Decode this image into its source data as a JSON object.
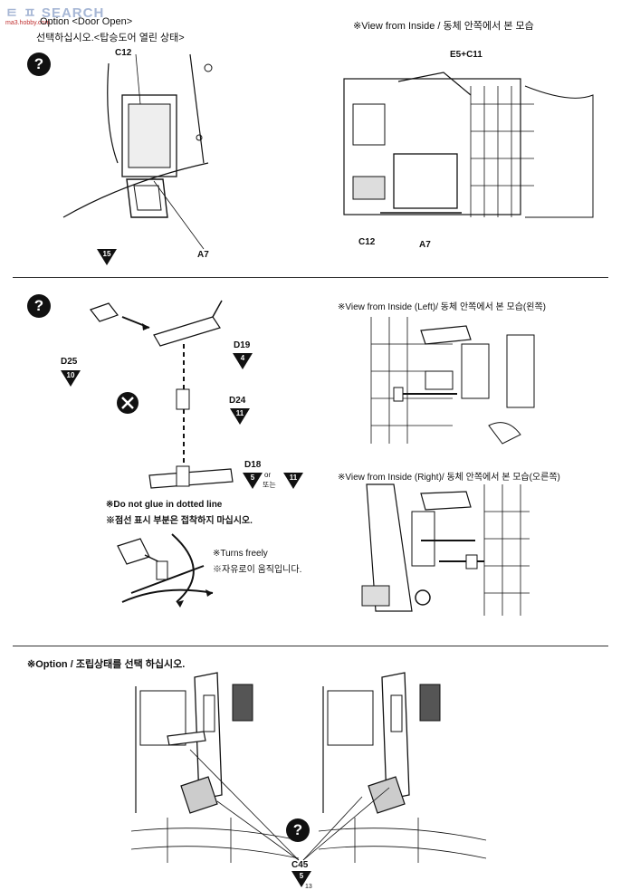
{
  "watermark": {
    "brand": "ㅌ ㅍ SEARCH",
    "site": "ma3.hobby.com"
  },
  "section1": {
    "title_en": "Option <Door Open>",
    "title_ko": "선택하십시오.<탑승도어 열린 상태>",
    "badge": "?",
    "part_c12": "C12",
    "part_a7": "A7",
    "step_ref": "15",
    "inside_caption": "※View from Inside / 동체 안쪽에서 본 모습",
    "inside_e5c11": "E5+C11",
    "inside_c12": "C12",
    "inside_a7": "A7"
  },
  "section2": {
    "badge": "?",
    "d25": "D25",
    "d25_ref": "10",
    "d19": "D19",
    "d19_ref": "4",
    "d24": "D24",
    "d24_ref": "11",
    "d18": "D18",
    "d18_ref_a": "5",
    "d18_or": "or",
    "d18_or_ko": "또는",
    "d18_ref_b": "11",
    "note_en": "※Do not glue in dotted line",
    "note_ko": "※점선 표시 부분은 접착하지 마십시오.",
    "turns_en": "※Turns freely",
    "turns_ko": "※자유로이 움직입니다.",
    "inside_left": "※View from Inside (Left)/ 동체 안쪽에서 본 모습(왼쪽)",
    "inside_right": "※View from Inside (Right)/ 동체 안쪽에서 본 모습(오른쪽)"
  },
  "section3": {
    "title": "※Option / 조립상태를 선택 하십시오.",
    "badge": "?",
    "c45": "C45",
    "c45_ref": "5"
  },
  "page_number": "13"
}
